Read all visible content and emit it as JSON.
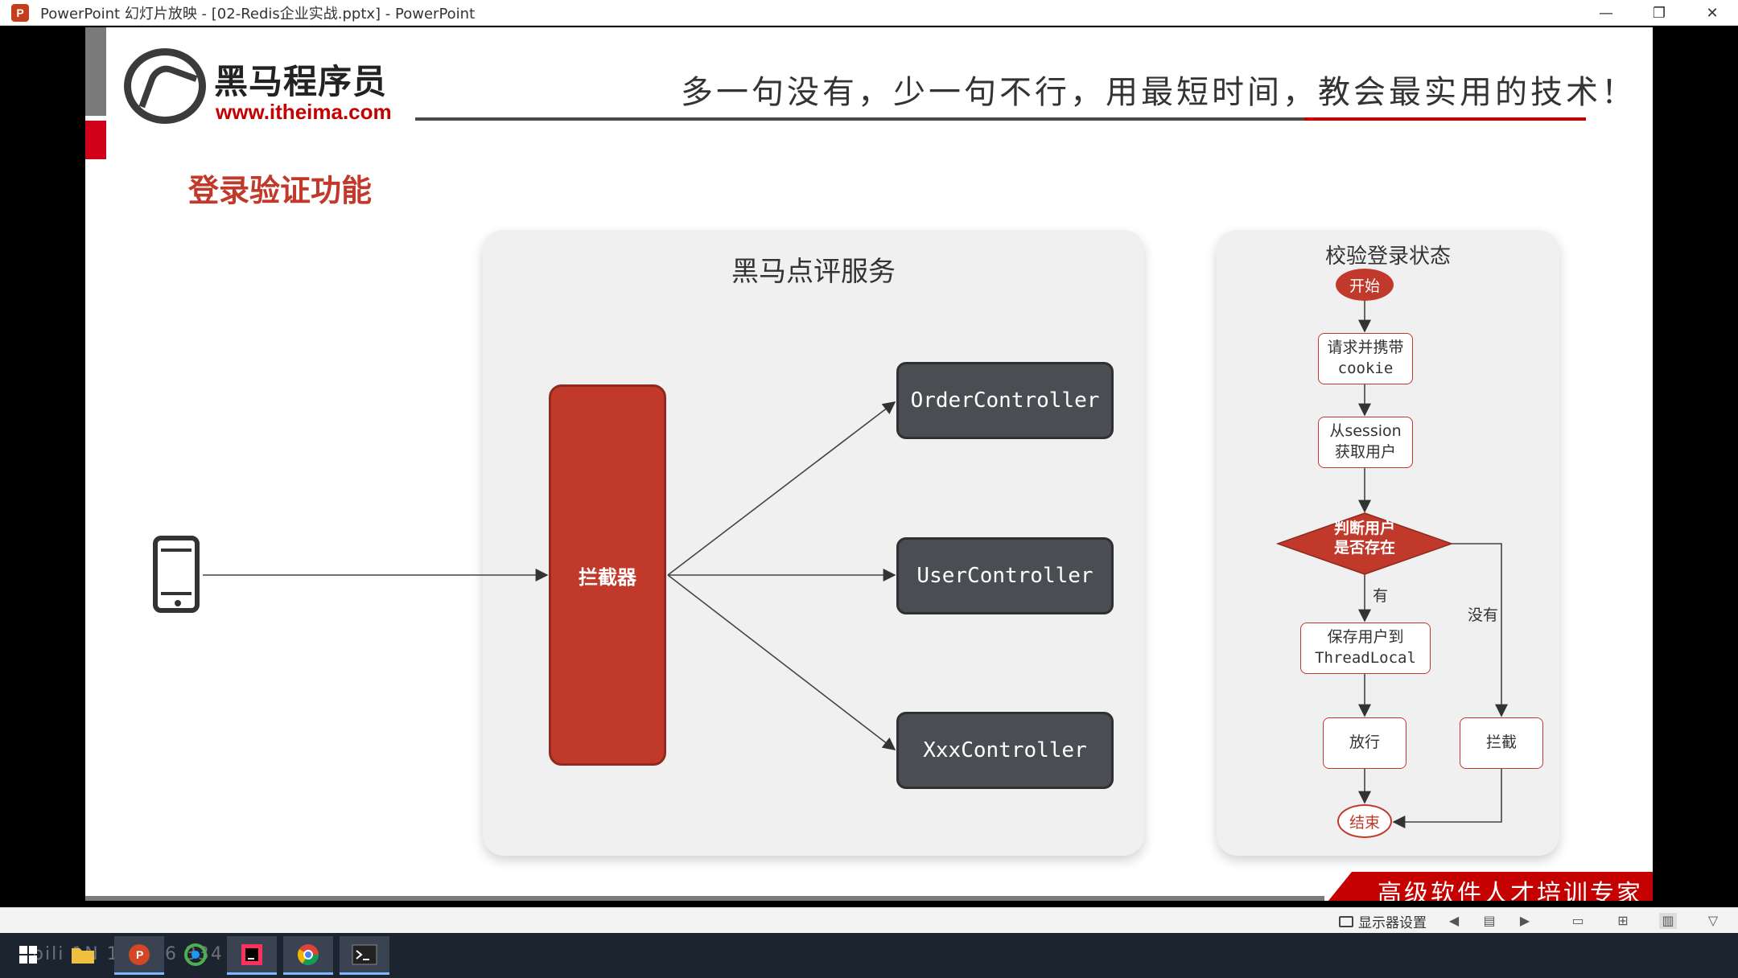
{
  "window": {
    "title": "PowerPoint 幻灯片放映 - [02-Redis企业实战.pptx] - PowerPoint",
    "app_icon": "P",
    "minimize": "—",
    "restore": "❐",
    "close": "✕"
  },
  "slide": {
    "logo_cn": "黑马程序员",
    "logo_url": "www.itheima.com",
    "slogan": "多一句没有，少一句不行，用最短时间，教会最实用的技术！",
    "heading": "登录验证功能",
    "main_panel_title": "黑马点评服务",
    "interceptor": "拦截器",
    "controllers": [
      "OrderController",
      "UserController",
      "XxxController"
    ],
    "flow": {
      "title": "校验登录状态",
      "start": "开始",
      "step1_line1": "请求并携带",
      "step1_line2": "cookie",
      "step2_line1": "从session",
      "step2_line2": "获取用户",
      "decision_line1": "判断用户",
      "decision_line2": "是否存在",
      "yes": "有",
      "no": "没有",
      "save_line1": "保存用户到",
      "save_line2": "ThreadLocal",
      "pass": "放行",
      "block": "拦截",
      "end": "结束"
    },
    "banner": "高级软件人才培训专家"
  },
  "statusbar": {
    "display_settings": "显示器设置"
  },
  "taskbar": {
    "watermark": "bili 1N 1u7 P6 334 14"
  },
  "colors": {
    "brand_red": "#c0392b",
    "controller_gray": "#4a4d51",
    "panel_bg": "#f0f0f0"
  }
}
